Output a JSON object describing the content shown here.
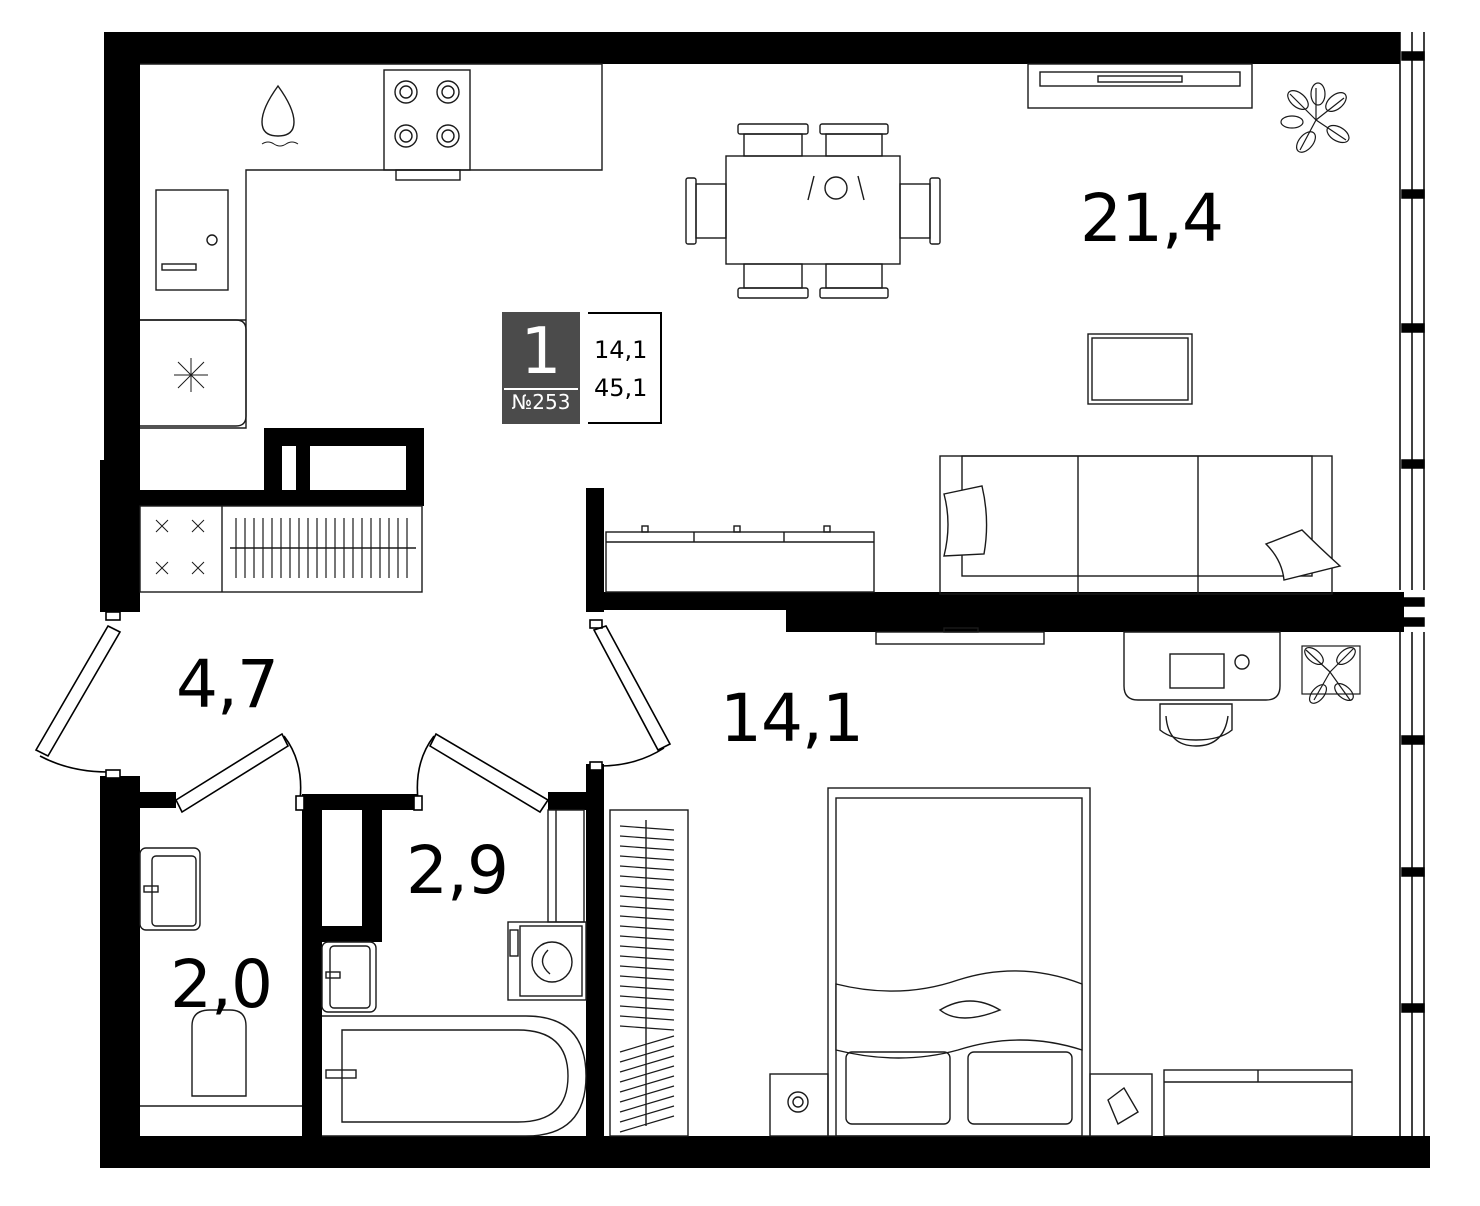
{
  "rooms": [
    {
      "id": "living-kitchen",
      "area": "21,4"
    },
    {
      "id": "bedroom",
      "area": "14,1"
    },
    {
      "id": "hallway",
      "area": "4,7"
    },
    {
      "id": "bathroom",
      "area": "2,9"
    },
    {
      "id": "toilet",
      "area": "2,0"
    }
  ],
  "badge": {
    "room_count": "1",
    "apartment_number": "№253",
    "living_area": "14,1",
    "total_area": "45,1"
  },
  "colors": {
    "wall": "#000000",
    "line": "#1a1a1a",
    "badge_bg": "#4b4b4b"
  }
}
